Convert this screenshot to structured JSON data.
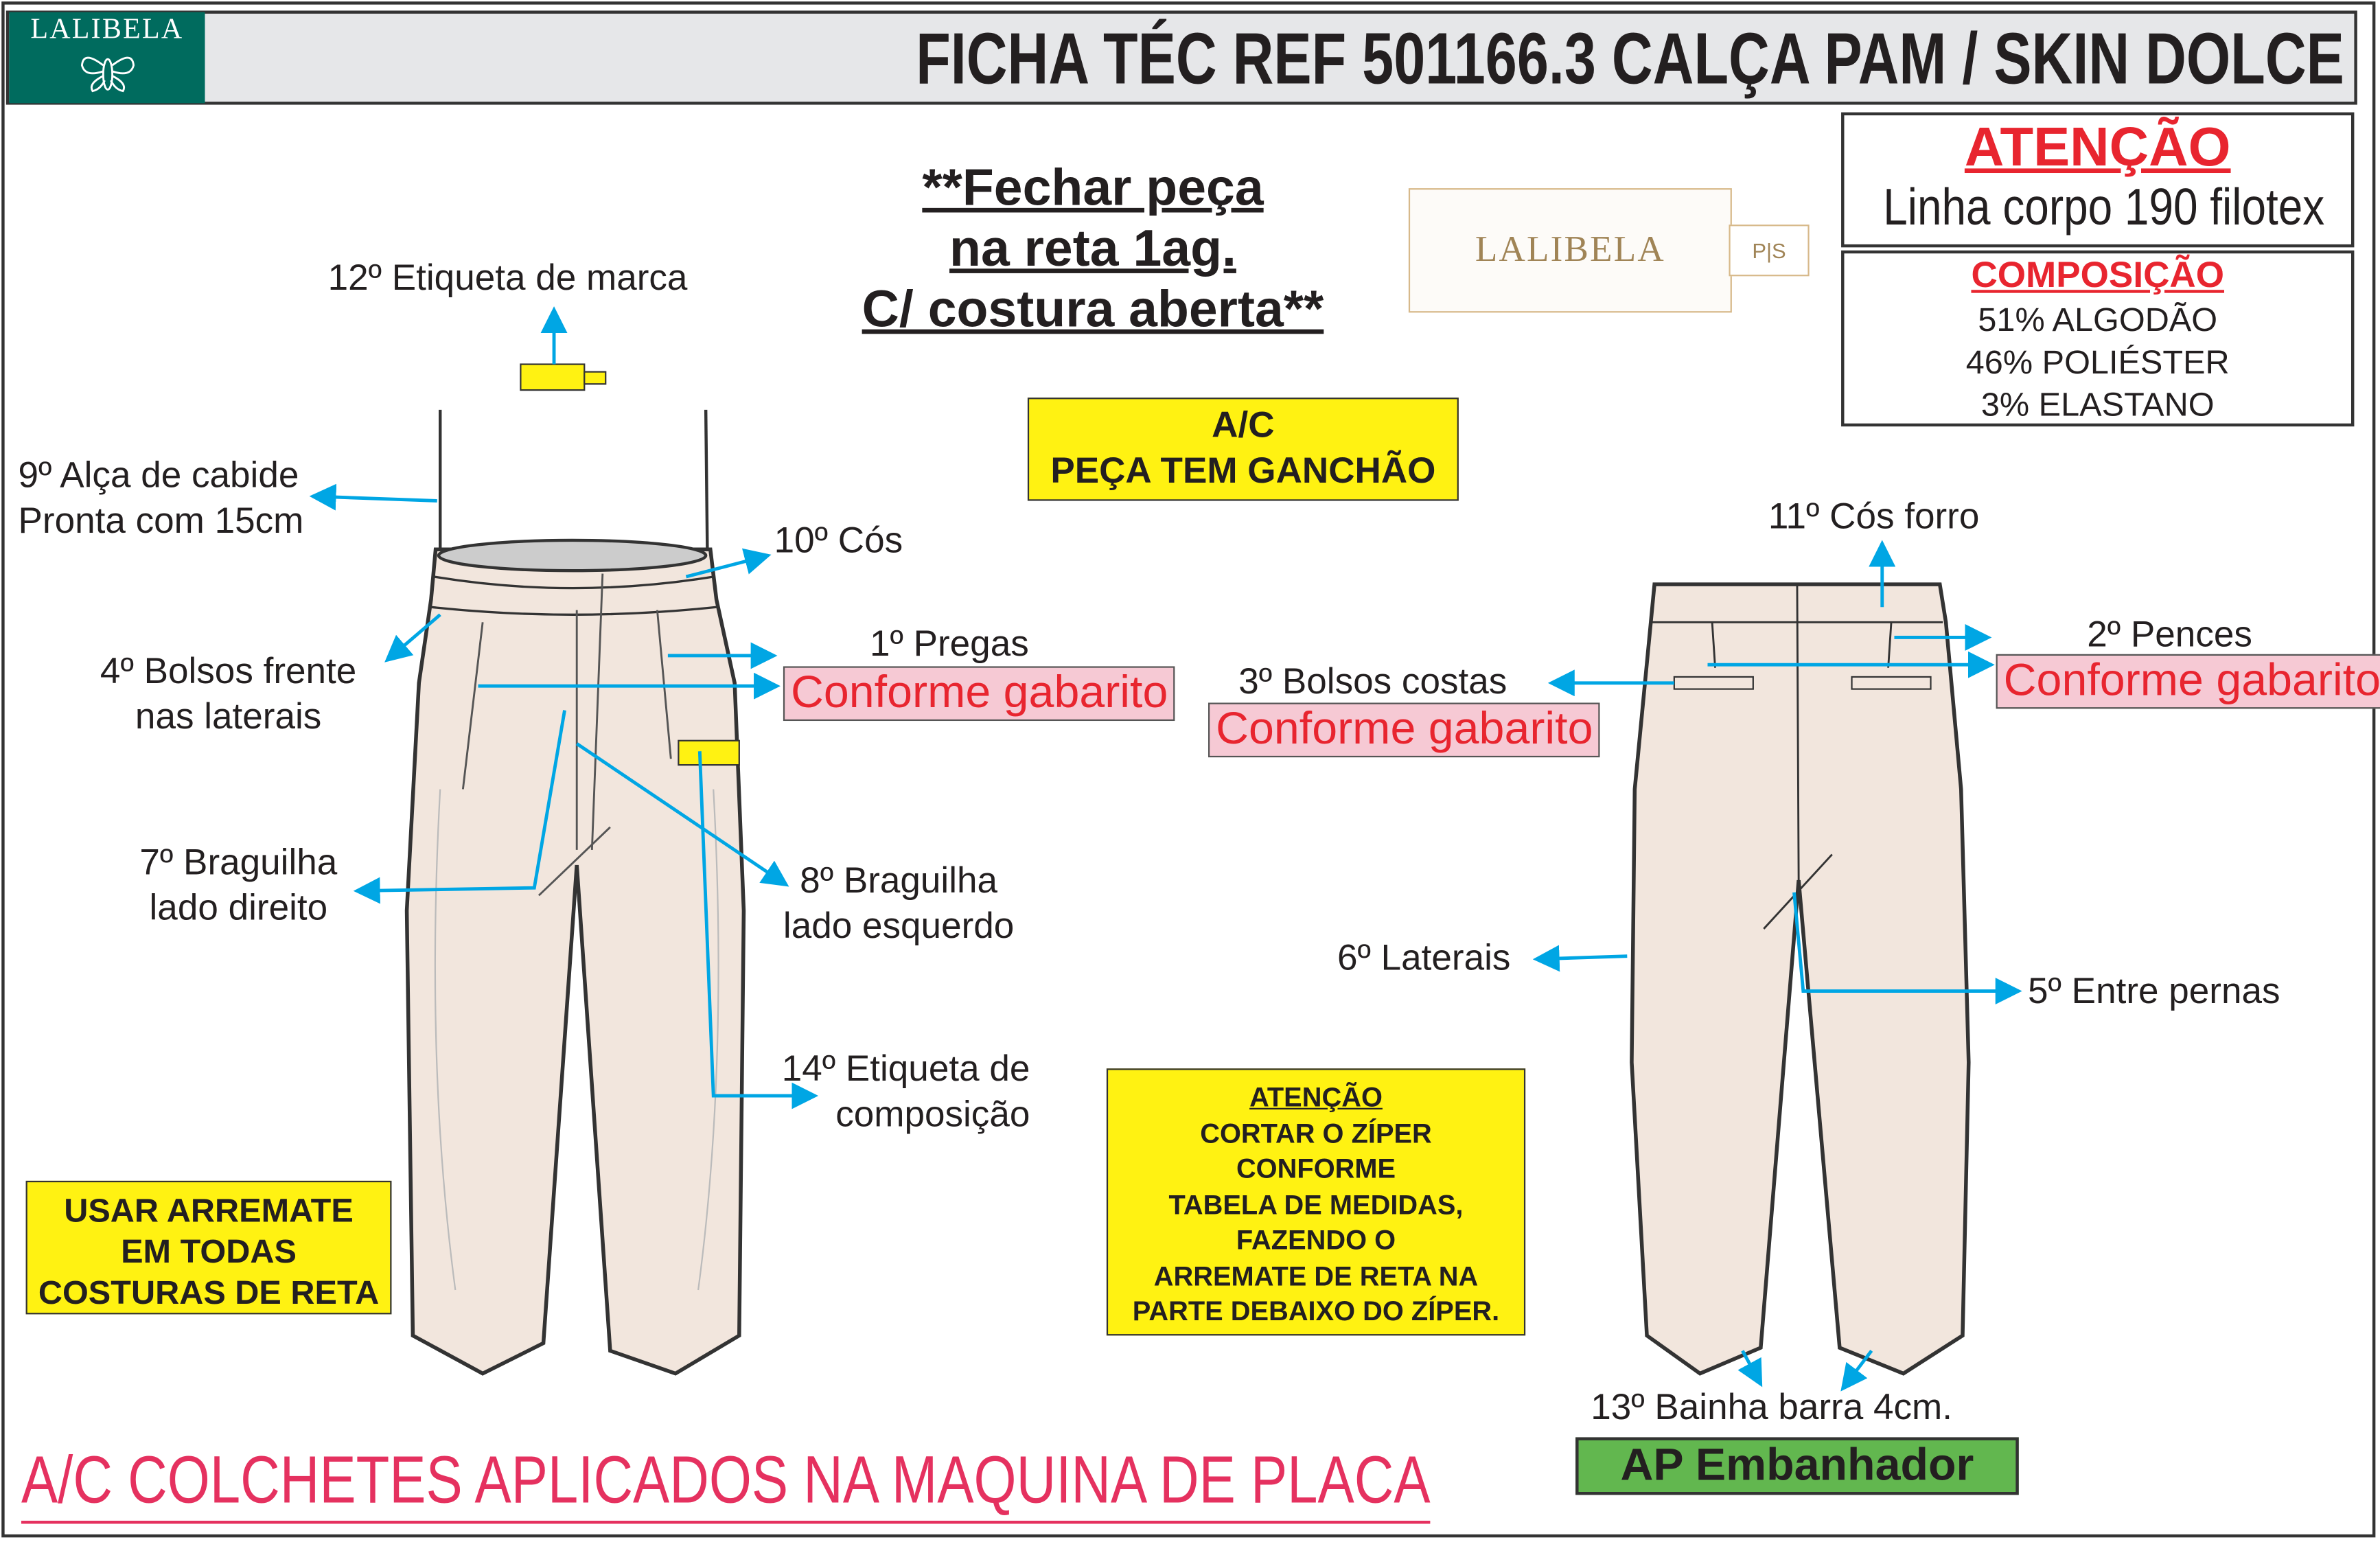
{
  "header": {
    "logo_text": "LALIBELA",
    "title": "FICHA TÉC REF 501166.3 CALÇA PAM / SKIN DOLCE"
  },
  "attention": {
    "heading": "ATENÇÃO",
    "text": "Linha corpo 190 filotex"
  },
  "composition": {
    "heading": "COMPOSIÇÃO",
    "items": [
      "51% ALGODÃO",
      "46% POLIÉSTER",
      "3% ELASTANO"
    ]
  },
  "brand_label": {
    "text": "LALIBELA",
    "size_tag": "P|S"
  },
  "instruction": {
    "lines": [
      "**Fechar peça",
      "na reta 1ag.",
      "C/ costura aberta**"
    ]
  },
  "notice_hook": {
    "lines": [
      "A/C",
      "PEÇA TEM GANCHÃO"
    ]
  },
  "front_callouts": {
    "brand_tag": "12º Etiqueta de marca",
    "hanger_loop": [
      "9º Alça de cabide",
      "Pronta com 15cm"
    ],
    "waistband": "10º Cós",
    "pleats": "1º Pregas",
    "pleats_note": "Conforme gabarito",
    "front_pockets": [
      "4º Bolsos frente",
      "nas laterais"
    ],
    "fly_right": [
      "7º Braguilha",
      "lado direito"
    ],
    "fly_left": [
      "8º Braguilha",
      "lado esquerdo"
    ],
    "composition_tag": [
      "14º Etiqueta de",
      "composição"
    ]
  },
  "back_callouts": {
    "waistband_lining": "11º Cós forro",
    "back_pockets": "3º Bolsos costas",
    "back_pockets_note": "Conforme gabarito",
    "darts": "2º Pences",
    "darts_note": "Conforme gabarito",
    "side_seams": "6º Laterais",
    "inseam": "5º Entre pernas",
    "hem": "13º Bainha barra 4cm."
  },
  "notice_backtack": {
    "lines": [
      "USAR ARREMATE",
      "EM TODAS",
      "COSTURAS DE RETA"
    ]
  },
  "notice_zipper": {
    "heading": "ATENÇÃO",
    "lines": [
      "CORTAR O ZÍPER",
      "CONFORME",
      "TABELA DE MEDIDAS,",
      "FAZENDO O",
      "ARREMATE DE RETA NA",
      "PARTE DEBAIXO DO ZÍPER."
    ]
  },
  "hem_machine": "AP Embanhador",
  "footer_note": "A/C COLCHETES APLICADOS NA MAQUINA DE PLACA",
  "colors": {
    "arrow": "#00a6e4",
    "logo_bg": "#006b5e",
    "alert_red": "#e8252f",
    "yellow": "#fff212",
    "green": "#62b74f",
    "fabric": "#f2e6dd"
  }
}
